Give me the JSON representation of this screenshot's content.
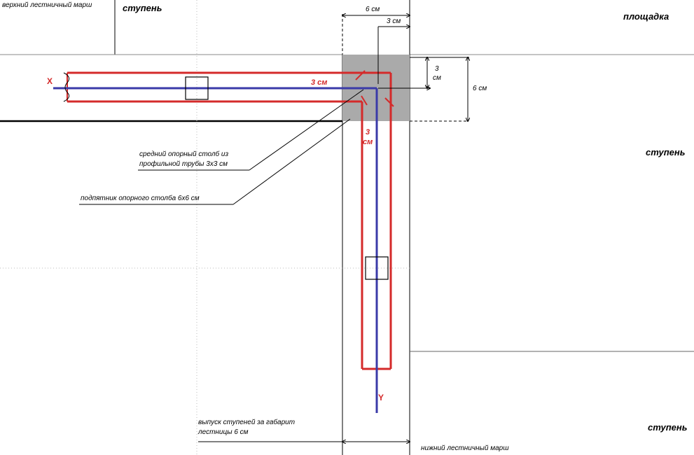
{
  "labels": {
    "upper_march": "верхний лестничный марш",
    "step_top": "ступень",
    "landing": "площадка",
    "step_right": "ступень",
    "step_bottom_right": "ступень",
    "lower_march": "нижний лестничный марш",
    "middle_post_line1": "средний опорный столб из",
    "middle_post_line2": "профильной трубы 3х3 см",
    "post_base": "подпятник опорного столба 6х6 см",
    "overhang_line1": "выпуск ступеней за габарит",
    "overhang_line2": "лестницы 6 см"
  },
  "dimensions": {
    "top_6cm": "6 см",
    "top_3cm": "3 см",
    "right_3": "3",
    "right_3_unit": "см",
    "right_6cm": "6 см",
    "red_horizontal": "3 см",
    "red_vertical_num": "3",
    "red_vertical_unit": "см"
  },
  "axes": {
    "x": "X",
    "y": "Y"
  },
  "colors": {
    "red": "#d42a2a",
    "blue": "#3a3aa8",
    "gray_block": "#aaaaaa",
    "line": "#000000"
  }
}
